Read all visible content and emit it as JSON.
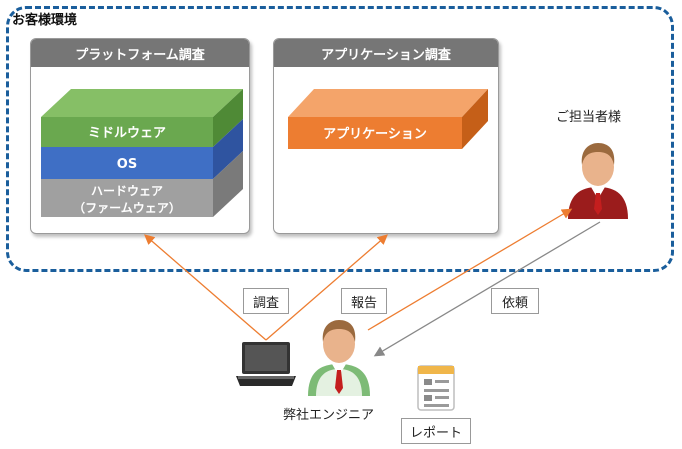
{
  "environment": {
    "title": "お客様環境"
  },
  "platform_panel": {
    "title": "プラットフォーム調査",
    "layers": [
      {
        "label": "ミドルウェア",
        "color": "#6aa84f"
      },
      {
        "label": "OS",
        "color": "#3f6fc5"
      },
      {
        "label": "ハードウェア",
        "color": "#9e9e9e"
      }
    ],
    "hardware_sub": "（ファームウェア）"
  },
  "application_panel": {
    "title": "アプリケーション調査",
    "block_label": "アプリケーション",
    "color": "#ed7d31"
  },
  "customer": {
    "label": "ご担当者様"
  },
  "engineer": {
    "label": "弊社エンジニア"
  },
  "actions": {
    "investigate": "調査",
    "report": "報告",
    "request": "依頼",
    "report_doc": "レポート"
  },
  "colors": {
    "arrow_orange": "#ed7d31",
    "arrow_gray": "#888888",
    "border_blue": "#1a5e9c"
  }
}
